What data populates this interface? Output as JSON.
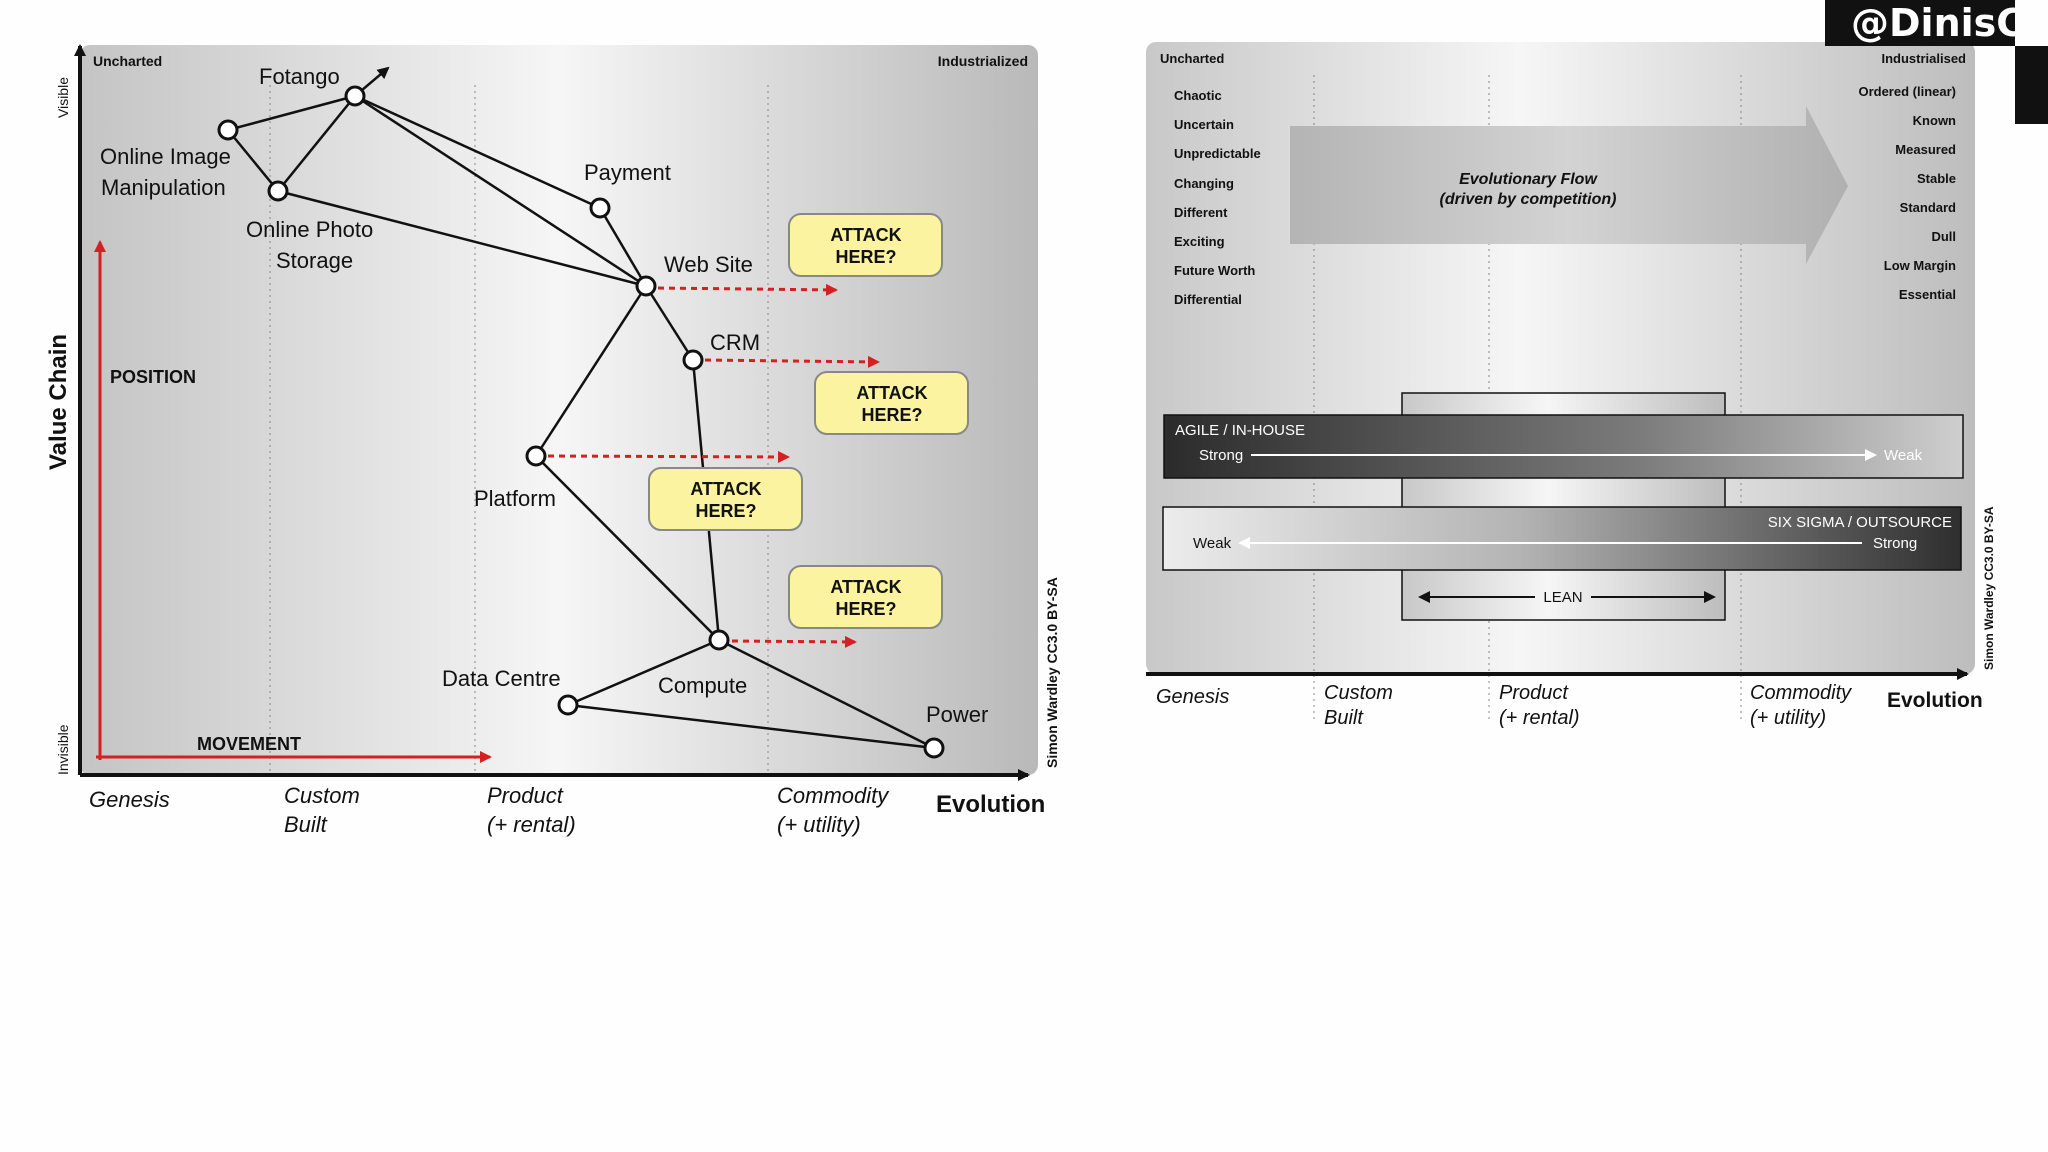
{
  "handle": "@DinisCruz",
  "left_map": {
    "corner_left": "Uncharted",
    "corner_right": "Industrialized",
    "axis_y_title": "Value Chain",
    "axis_y_top": "Visible",
    "axis_y_bottom": "Invisible",
    "position_label": "POSITION",
    "movement_label": "MOVEMENT",
    "evolution_label": "Evolution",
    "stages": [
      {
        "line1": "Genesis",
        "line2": ""
      },
      {
        "line1": "Custom",
        "line2": "Built"
      },
      {
        "line1": "Product",
        "line2": "(+ rental)"
      },
      {
        "line1": "Commodity",
        "line2": "(+ utility)"
      }
    ],
    "credit": "Simon Wardley CC3.0 BY-SA",
    "nodes": {
      "fotango": "Fotango",
      "image_manip_1": "Online Image",
      "image_manip_2": "Manipulation",
      "photo_storage_1": "Online Photo",
      "photo_storage_2": "Storage",
      "payment": "Payment",
      "web_site": "Web Site",
      "crm": "CRM",
      "platform": "Platform",
      "data_centre": "Data Centre",
      "compute": "Compute",
      "power": "Power"
    },
    "attack": {
      "line1": "ATTACK",
      "line2": "HERE?"
    }
  },
  "right_map": {
    "corner_left": "Uncharted",
    "corner_right": "Industrialised",
    "left_terms": [
      "Chaotic",
      "Uncertain",
      "Unpredictable",
      "Changing",
      "Different",
      "Exciting",
      "Future Worth",
      "Differential"
    ],
    "right_terms": [
      "Ordered (linear)",
      "Known",
      "Measured",
      "Stable",
      "Standard",
      "Dull",
      "Low Margin",
      "Essential"
    ],
    "flow_line1": "Evolutionary Flow",
    "flow_line2": "(driven by competition)",
    "agile_title": "AGILE / IN-HOUSE",
    "agile_from": "Strong",
    "agile_to": "Weak",
    "sixsigma_title": "SIX  SIGMA / OUTSOURCE",
    "sixsigma_from": "Weak",
    "sixsigma_to": "Strong",
    "lean_label": "LEAN",
    "evolution_label": "Evolution",
    "stages": [
      {
        "line1": "Genesis",
        "line2": ""
      },
      {
        "line1": "Custom",
        "line2": "Built"
      },
      {
        "line1": "Product",
        "line2": "(+ rental)"
      },
      {
        "line1": "Commodity",
        "line2": "(+ utility)"
      }
    ],
    "credit": "Simon Wardley CC3.0 BY-SA"
  }
}
